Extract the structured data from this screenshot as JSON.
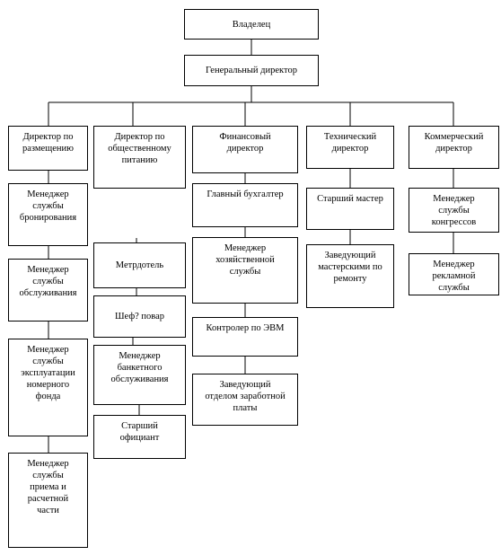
{
  "org": {
    "owner": "Владелец",
    "ceo": "Генеральный директор",
    "directors": [
      "Директор по\nразмещению",
      "Директор по\nобщественному\nпитанию",
      "Финансовый\nдиректор",
      "Технический\nдиректор",
      "Коммерческий\nдиректор"
    ],
    "col1": [
      "Менеджер\nслужбы\nбронирования",
      "Менеджер\nслужбы\nобслуживания",
      "Менеджер\nслужбы\nэксплуатации\nномерного\nфонда",
      "Менеджер\nслужбы\nприема и\nрасчетной\nчасти"
    ],
    "col2": [
      "Метрдотель",
      "Шеф? повар",
      "Менеджер\nбанкетного\nобслуживания",
      "Старший\nофициант"
    ],
    "col3": [
      "Главный бухгалтер",
      "Менеджер\nхозяйственной\nслужбы",
      "Контролер по ЭВМ",
      "Заведующий\nотделом заработной\nплаты"
    ],
    "col4": [
      "Старший мастер",
      "Заведующий\nмастерскими по\nремонту"
    ],
    "col5": [
      "Менеджер\nслужбы\nконгрессов",
      "Менеджер\nрекламной\nслужбы"
    ]
  }
}
